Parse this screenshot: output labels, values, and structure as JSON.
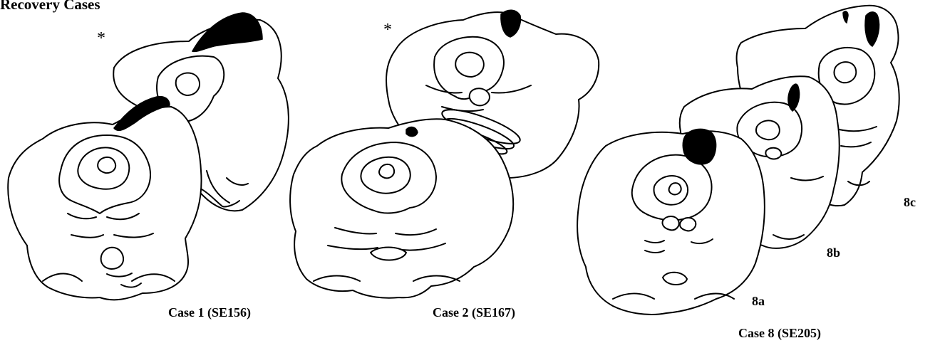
{
  "figure": {
    "title": "Recovery Cases",
    "lesion_color": "#000000",
    "outline_color": "#000000",
    "background": "#ffffff"
  },
  "panels": [
    {
      "caption": "Case 1 (SE156)",
      "marker": "*"
    },
    {
      "caption": "Case 2 (SE167)",
      "marker": "*"
    },
    {
      "caption": "Case 8 (SE205)",
      "section_labels": [
        "8a",
        "8b",
        "8c"
      ]
    }
  ]
}
